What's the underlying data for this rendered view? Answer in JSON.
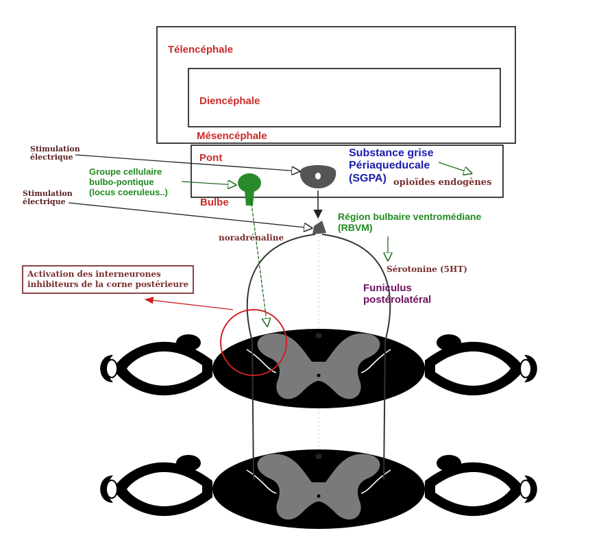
{
  "regions": {
    "telencephale": "Télencéphale",
    "diencephale": "Diencéphale",
    "mesencephale": "Mésencéphale",
    "pont": "Pont",
    "bulbe": "Bulbe"
  },
  "labels": {
    "stimulation_1": "Stimulation\nélectrique",
    "stimulation_2": "Stimulation\nélectrique",
    "sgpa": "Substance grise\nPériaqueducale\n(SGPA)",
    "opioides": "opioïdes endogènes",
    "groupe_cellulaire": "Groupe cellulaire\nbulbo-pontique\n(locus coeruleus..)",
    "rbvm": "Région bulbaire ventromédiane\n(RBVM)",
    "noradrenaline": "noradrénaline",
    "serotonine": "Sérotonine (5HT)",
    "funiculus": "Funiculus\npostérolatéral",
    "activation": "Activation des interneurones\ninhibiteurs de la corne postérieure"
  },
  "colors": {
    "region_text": "#cc2a2a",
    "sgpa_text": "#1c1cae",
    "rbvm_text": "#1f8a1f",
    "funiculus_text": "#6e1060",
    "note_text": "#7a2e2e",
    "grey_matter": "#7a7a7a",
    "white_matter": "#000000",
    "highlight_circle": "#cc2020"
  }
}
